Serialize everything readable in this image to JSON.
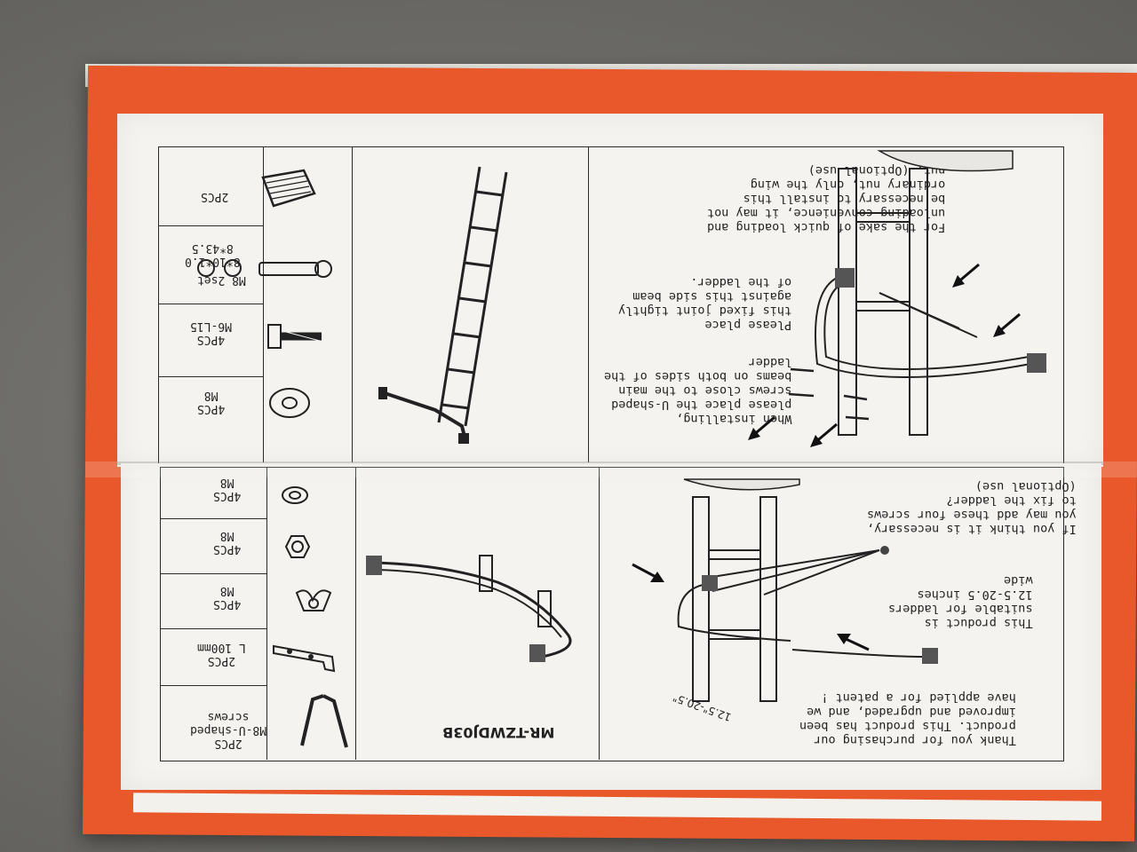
{
  "top_panel": {
    "install_text": "When installing,\nplease place the U-shaped\nscrews close to the main\nbeams on both sides of the\nladder",
    "fixed_joint_text": "Please place\nthis fixed joint tightly\nagainst this side beam\nof the ladder.",
    "wing_nut_text": "For the sake of quick loading and\nunloading convenience, it may not\nbe necessary to install this\nordinary nut, only the wing\nnut. (Optional use)",
    "parts": [
      {
        "name": "M8",
        "qty": "4PCS"
      },
      {
        "name": "M6-L15",
        "qty": "4PCS"
      },
      {
        "name": "M8 2set",
        "sizes": [
          "8*43.5",
          "8*10*1.0"
        ]
      },
      {
        "name": "",
        "qty": "2PCS"
      }
    ]
  },
  "bottom_panel": {
    "model": "MR-TZWDJ03B",
    "thanks_text": "Thank you for purchasing our\nproduct. This product has been\nimproved and upgraded, and we\nhave applied for a patent !",
    "suitable_text": "This product is\nsuitable for ladders\n12.5-20.5 inches\nwide",
    "optional_text": "If you think it is necessary,\nyou may add these four screws\nto fix the ladder?\n(Optional use)",
    "dimension": "12.5\"-20.5\"",
    "parts": [
      {
        "name": "M8",
        "qty": "4PCS"
      },
      {
        "name": "M8",
        "qty": "4PCS"
      },
      {
        "name": "M8",
        "qty": "4PCS"
      },
      {
        "name": "L 100mm",
        "qty": "2PCS"
      },
      {
        "name": "M8-U-shaped\nscrews",
        "qty": "2PCS"
      }
    ]
  },
  "colors": {
    "box_orange": "#e9582a",
    "panel": "#f4f3ef",
    "ink": "#222222"
  },
  "icons": [
    "ladder-diagram-icon",
    "stabilizer-bar-icon",
    "washer-icon",
    "bolt-icon",
    "nut-icon",
    "wing-nut-icon",
    "bracket-icon",
    "u-screw-icon",
    "end-cap-icon",
    "arrow-icon"
  ]
}
